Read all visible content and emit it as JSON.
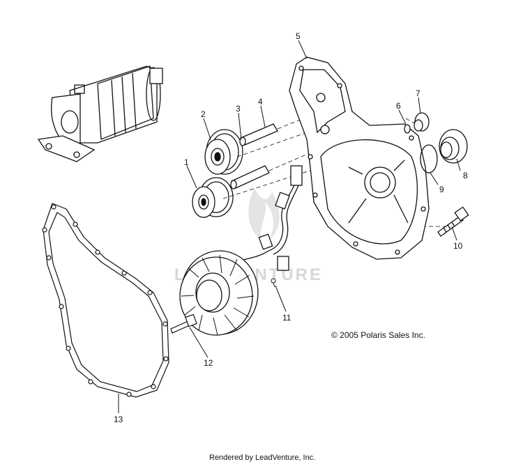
{
  "callouts": [
    "1",
    "2",
    "3",
    "4",
    "5",
    "6",
    "7",
    "8",
    "9",
    "10",
    "11",
    "12",
    "13"
  ],
  "copyright": "© 2005 Polaris Sales Inc.",
  "footer": "Rendered by LeadVenture, Inc.",
  "watermark": "LEADVENTURE",
  "colors": {
    "line": "#111111",
    "background": "#ffffff",
    "watermark": "#d8d8d8"
  },
  "parts_icons": [
    "starter-motor-icon",
    "gear-icon",
    "shaft-icon",
    "cover-icon",
    "stator-icon",
    "gasket-icon",
    "bolt-icon",
    "seal-icon",
    "o-ring-icon"
  ]
}
